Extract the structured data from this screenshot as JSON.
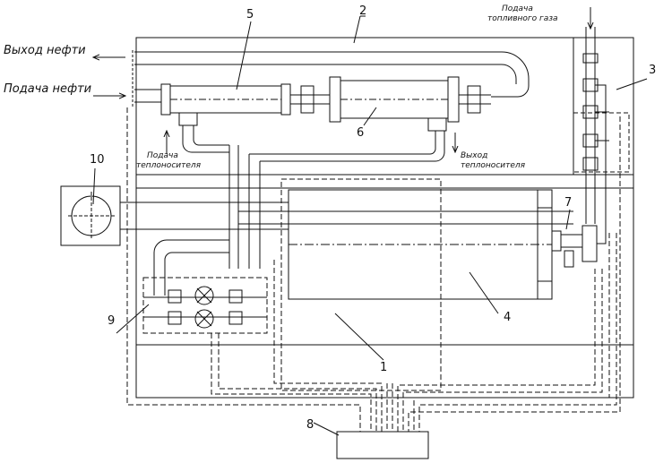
{
  "labels": {
    "oil_out": "Выход нефти",
    "oil_in": "Подача нефти",
    "fuel_gas_1": "Подача",
    "fuel_gas_2": "топливного газа",
    "coolant_in_1": "Подача",
    "coolant_in_2": "теплоносителя",
    "coolant_out_1": "Выход",
    "coolant_out_2": "теплоносителя"
  },
  "callouts": {
    "c1": "1",
    "c2": "2",
    "c3": "3",
    "c4": "4",
    "c5": "5",
    "c6": "6",
    "c7": "7",
    "c8": "8",
    "c9": "9",
    "c10": "10"
  }
}
